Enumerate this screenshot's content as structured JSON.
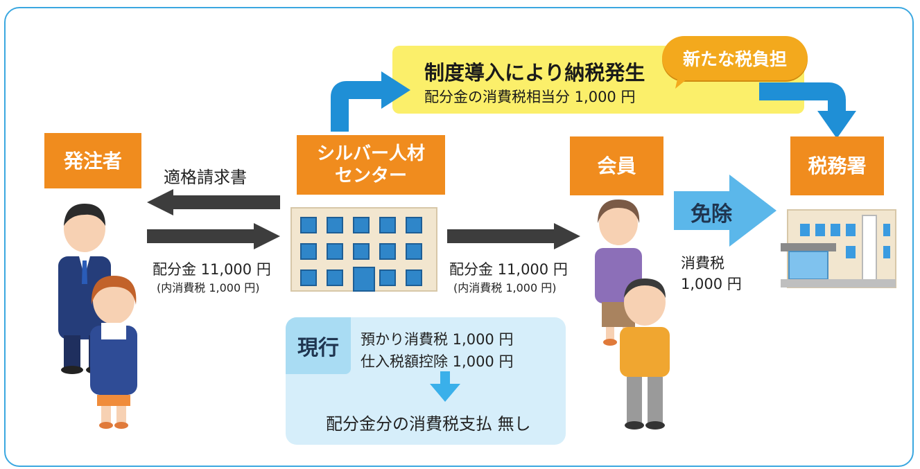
{
  "nodes": {
    "orderer": "発注者",
    "center_line1": "シルバー人材",
    "center_line2": "センター",
    "member": "会員",
    "tax_office": "税務署"
  },
  "flows": {
    "invoice": "適格請求書",
    "payment_left_amount": "配分金 11,000 円",
    "payment_left_tax": "(内消費税 1,000 円)",
    "payment_right_amount": "配分金 11,000 円",
    "payment_right_tax": "(内消費税 1,000 円)",
    "exemption": "免除",
    "member_tax_label": "消費税",
    "member_tax_amount": "1,000 円"
  },
  "new_system": {
    "heading": "制度導入により納税発生",
    "detail": "配分金の消費税相当分 1,000 円",
    "badge": "新たな税負担"
  },
  "current_system": {
    "tag": "現行",
    "line1": "預かり消費税 1,000 円",
    "line2": "仕入税額控除 1,000 円",
    "result": "配分金分の消費税支払 無し"
  },
  "colors": {
    "frame": "#3aa7e0",
    "node_orange": "#f08c1e",
    "arrow_dark": "#3d3d3d",
    "arrow_blue": "#1f8fd6",
    "exempt_arrow": "#5bb7ea",
    "yellow_band": "#fbef6a",
    "badge": "#f3a91d",
    "current_panel": "#d6eefa"
  }
}
